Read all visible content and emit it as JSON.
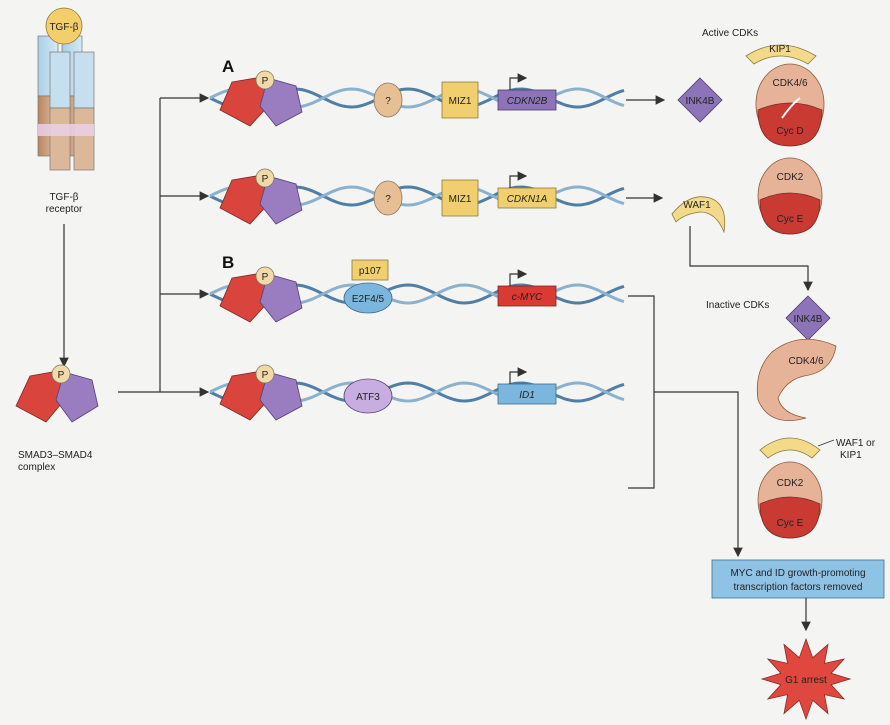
{
  "receptor": {
    "ligand": "TGF-β",
    "label_line1": "TGF-β",
    "label_line2": "receptor"
  },
  "complex": {
    "phospho": "P",
    "label_line1": "SMAD3–SMAD4",
    "label_line2": "complex"
  },
  "sections": {
    "a": "A",
    "b": "B"
  },
  "rows": [
    {
      "cofactor": "?",
      "factor": "MIZ1",
      "gene": "CDKN2B",
      "product": "INK4B"
    },
    {
      "cofactor": "?",
      "factor": "MIZ1",
      "gene": "CDKN1A",
      "product": "WAF1"
    },
    {
      "cofactor": "E2F4/5",
      "extra": "p107",
      "gene": "c-MYC"
    },
    {
      "cofactor": "ATF3",
      "gene": "ID1"
    }
  ],
  "phospho": "P",
  "active": {
    "title": "Active CDKs",
    "kip": "KIP1",
    "cdk46": "CDK4/6",
    "cycd": "Cyc D",
    "cdk2": "CDK2",
    "cyce": "Cyc E"
  },
  "inactive": {
    "title": "Inactive CDKs",
    "ink": "INK4B",
    "cdk46": "CDK4/6",
    "waf_line1": "WAF1 or",
    "waf_line2": "KIP1",
    "cdk2": "CDK2",
    "cyce": "Cyc E"
  },
  "outcome": {
    "line1": "MYC and ID growth-promoting",
    "line2": "transcription factors removed",
    "arrest": "G1 arrest"
  },
  "colors": {
    "smad3": "#d9443c",
    "smad4": "#9a7cc0",
    "miz1": "#f2cf6e",
    "gene_purple": "#8d74b8",
    "gene_red": "#d93a31",
    "gene_blue": "#7ab6de",
    "cdk": "#e7b398",
    "cyc": "#c93a33",
    "kip": "#f3d98a",
    "box": "#8fc3e6",
    "arrest": "#e0483f"
  }
}
